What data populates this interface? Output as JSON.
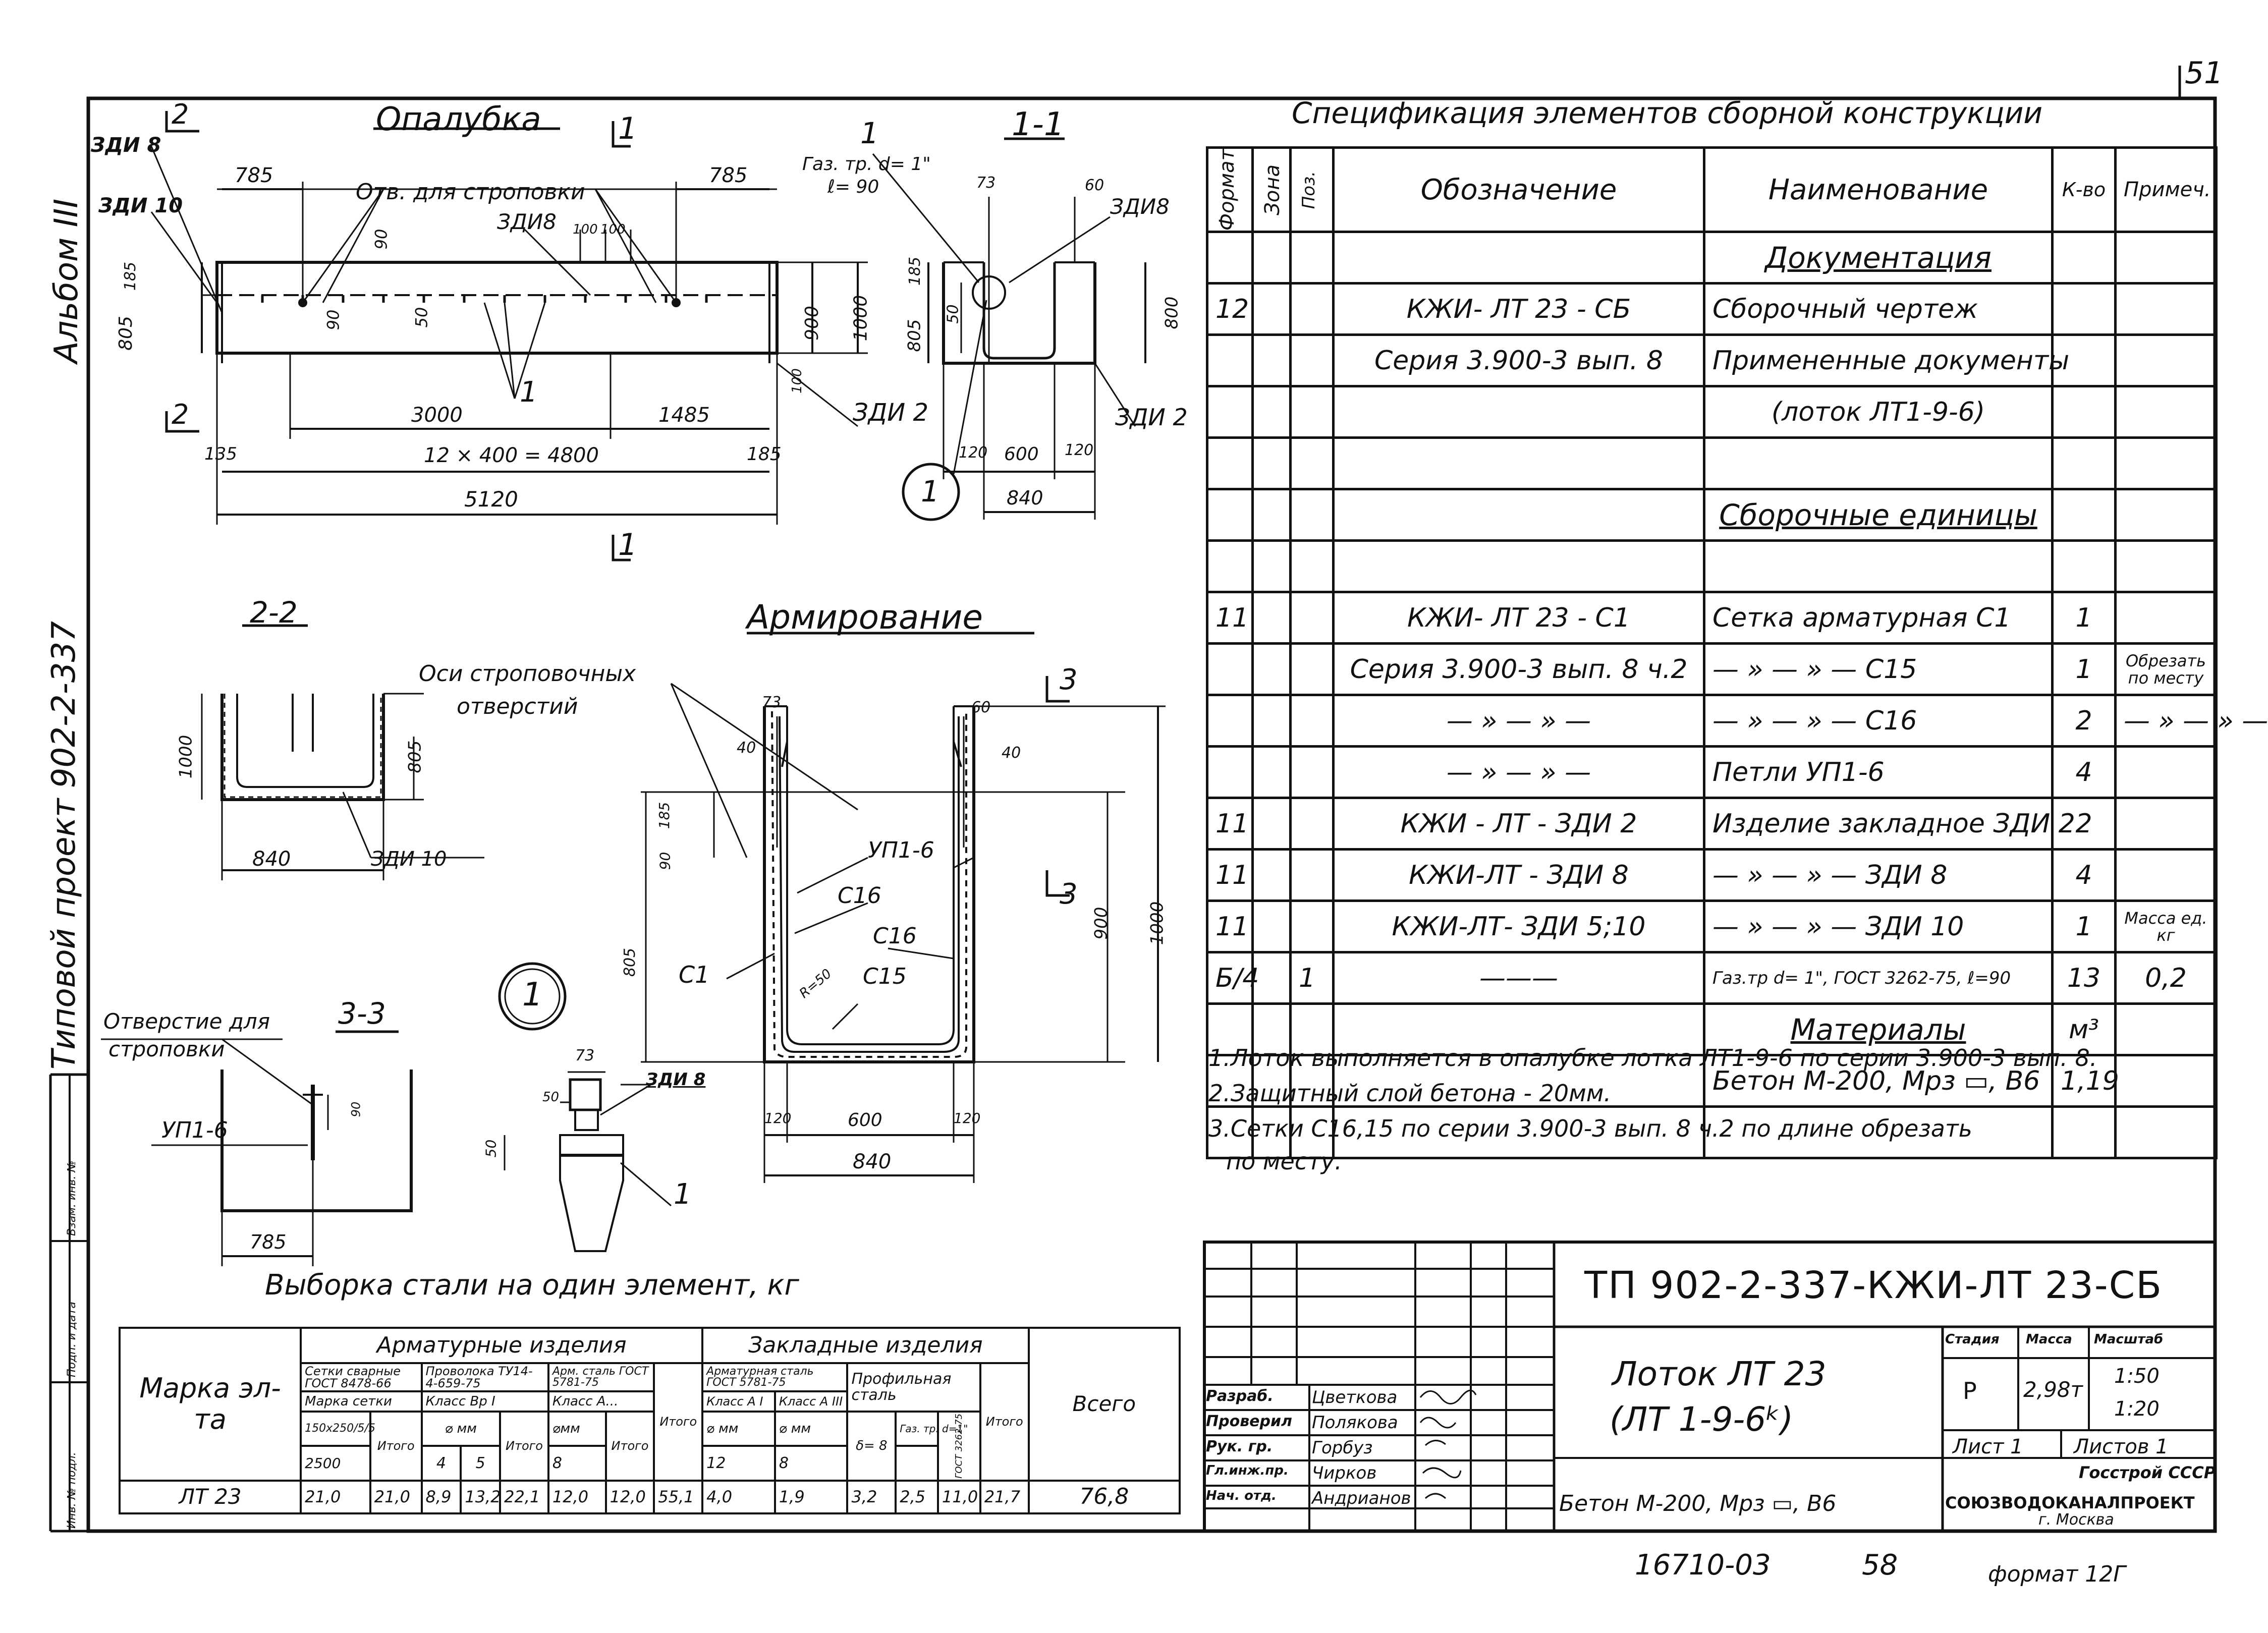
{
  "side": {
    "album": "Альбом III",
    "project": "Типовой проект 902-2-337",
    "stamp_cols": [
      "Инв. № подл.",
      "Подп. и дата",
      "Взам. инв. №"
    ]
  },
  "page_number": "51",
  "formwork": {
    "title": "Опалубка",
    "section_marks": [
      "2",
      "2",
      "1",
      "1"
    ],
    "labels": {
      "zdi8_a": "ЗДИ 8",
      "zdi10": "ЗДИ 10",
      "zdi8_b": "ЗДИ8",
      "zdi2": "ЗДИ 2",
      "holes": "Отв. для строповки",
      "item": "1"
    },
    "dims": {
      "d785l": "785",
      "d785r": "785",
      "d90a": "90",
      "d90b": "90",
      "d50": "50",
      "d100a": "100",
      "d100b": "100",
      "d185": "185",
      "d805": "805",
      "d900": "900",
      "d1000": "1000",
      "d100v": "100",
      "d3000": "3000",
      "d1485": "1485",
      "d135": "135",
      "d185b": "185",
      "d12x400": "12 × 400 = 4800",
      "d5120": "5120"
    }
  },
  "section11": {
    "title": "1-1",
    "callout": "1",
    "pipe": "Газ. тр. d= 1\"",
    "pipe_len": "ℓ= 90",
    "labels": {
      "zdi8": "ЗДИ8",
      "zdi2": "ЗДИ 2",
      "item": "1"
    },
    "dims": {
      "d73": "73",
      "d60": "60",
      "d185": "185",
      "d50": "50",
      "d805": "805",
      "d800": "800",
      "d120": "120",
      "d600": "600",
      "d120b": "120",
      "d840": "840"
    }
  },
  "section22": {
    "title": "2-2",
    "labels": {
      "zdi10": "ЗДИ 10"
    },
    "dims": {
      "d1000": "1000",
      "d805": "805",
      "d840": "840"
    }
  },
  "reinforcement": {
    "title": "Армирование",
    "axis_note_1": "Оси строповочных",
    "axis_note_2": "отверстий",
    "section_mark": "3",
    "labels": {
      "up": "УП1-6",
      "c16a": "С16",
      "c16b": "С16",
      "c1": "С1",
      "c15": "С15",
      "r": "R=50",
      "circle": "1"
    },
    "dims": {
      "d73": "73",
      "d60": "60",
      "d40a": "40",
      "d40b": "40",
      "d185": "185",
      "d90": "90",
      "d805": "805",
      "d900": "900",
      "d1000": "1000",
      "d120a": "120",
      "d600": "600",
      "d120b": "120",
      "d840": "840"
    }
  },
  "section33": {
    "title": "3-3",
    "hole_1": "Отверстие для",
    "hole_2": "строповки",
    "up": "УП1-6",
    "dims": {
      "d785": "785",
      "d90": "90"
    }
  },
  "detail1": {
    "dims": {
      "d73": "73",
      "d50a": "50",
      "d50b": "50"
    },
    "zdi": "ЗДИ 8",
    "item": "1"
  },
  "spec": {
    "title": "Спецификация   элементов   сборной   конструкции",
    "headers": [
      "Формат",
      "Зона",
      "Поз.",
      "Обозначение",
      "Наименование",
      "К-во",
      "Примеч."
    ],
    "rows": [
      {
        "fmt": "",
        "zone": "",
        "pos": "",
        "des": "",
        "name": "Документация",
        "qty": "",
        "note": "",
        "section": true
      },
      {
        "fmt": "12",
        "zone": "",
        "pos": "",
        "des": "КЖИ- ЛТ 23 - СБ",
        "name": "Сборочный   чертеж",
        "qty": "",
        "note": ""
      },
      {
        "fmt": "",
        "zone": "",
        "pos": "",
        "des": "Серия  3.900-3  вып. 8",
        "name": "Примененные документы",
        "qty": "",
        "note": ""
      },
      {
        "fmt": "",
        "zone": "",
        "pos": "",
        "des": "",
        "name": "(лоток  ЛТ1-9-6)",
        "qty": "",
        "note": "",
        "center": true
      },
      {
        "fmt": "",
        "zone": "",
        "pos": "",
        "des": "",
        "name": "",
        "qty": "",
        "note": ""
      },
      {
        "fmt": "",
        "zone": "",
        "pos": "",
        "des": "",
        "name": "Сборочные  единицы",
        "qty": "",
        "note": "",
        "section": true
      },
      {
        "fmt": "",
        "zone": "",
        "pos": "",
        "des": "",
        "name": "",
        "qty": "",
        "note": ""
      },
      {
        "fmt": "11",
        "zone": "",
        "pos": "",
        "des": "КЖИ- ЛТ 23  - С1",
        "name": "Сетка арматурная  С1",
        "qty": "1",
        "note": ""
      },
      {
        "fmt": "",
        "zone": "",
        "pos": "",
        "des": "Серия 3.900-3 вып. 8 ч.2",
        "name": "— » — » —        С15",
        "qty": "1",
        "note": "Обрезать по месту",
        "smallnote": true
      },
      {
        "fmt": "",
        "zone": "",
        "pos": "",
        "des": "— » — » —",
        "name": "— » — » —        С16",
        "qty": "2",
        "note": "— » — » —"
      },
      {
        "fmt": "",
        "zone": "",
        "pos": "",
        "des": "— » — » —",
        "name": "Петли  УП1-6",
        "qty": "4",
        "note": ""
      },
      {
        "fmt": "11",
        "zone": "",
        "pos": "",
        "des": "КЖИ - ЛТ - ЗДИ 2",
        "name": "Изделие закладное ЗДИ 2",
        "qty": "2",
        "note": ""
      },
      {
        "fmt": "11",
        "zone": "",
        "pos": "",
        "des": "КЖИ-ЛТ - ЗДИ 8",
        "name": "— » — » —     ЗДИ 8",
        "qty": "4",
        "note": ""
      },
      {
        "fmt": "11",
        "zone": "",
        "pos": "",
        "des": "КЖИ-ЛТ- ЗДИ 5;10",
        "name": "— » — » —   ЗДИ 10",
        "qty": "1",
        "note": "Масса ед. кг",
        "smallnote": true
      },
      {
        "fmt": "Б/4",
        "zone": "",
        "pos": "1",
        "des": "———",
        "name": "Газ.тр d= 1\", ГОСТ 3262-75, ℓ=90",
        "qty": "13",
        "note": "0,2",
        "smallname": true
      },
      {
        "fmt": "",
        "zone": "",
        "pos": "",
        "des": "",
        "name": "Материалы",
        "qty": "м³",
        "note": "",
        "section": true
      },
      {
        "fmt": "",
        "zone": "",
        "pos": "",
        "des": "",
        "name": "Бетон М-200, Мрз ▭, В6",
        "qty": "1,19",
        "note": ""
      },
      {
        "fmt": "",
        "zone": "",
        "pos": "",
        "des": "",
        "name": "",
        "qty": "",
        "note": ""
      }
    ]
  },
  "notes": [
    "1.Лоток выполняется в опалубке лотка ЛТ1-9-6 по серии 3.900-3 вып. 8.",
    "2.Защитный слой бетона - 20мм.",
    "3.Сетки С16,15 по серии 3.900-3 вып. 8 ч.2 по длине обрезать",
    "по месту."
  ],
  "steel": {
    "title": "Выборка   стали  на  один   элемент, кг",
    "mark_header": "Марка эл-та",
    "group1": "Арматурные   изделия",
    "group2": "Закладные   изделия",
    "total_header": "Всего",
    "h_mesh": "Сетки сварные ГОСТ 8478-66",
    "h_wire": "Проволока ТУ14-4-659-75",
    "h_arm": "Арм. сталь ГОСТ 5781-75",
    "h_mesh_mark": "Марка сетки",
    "h_wire_class": "Класс Вр I",
    "h_arm_class": "Класс А...",
    "h_mesh_size": "150x250/5/5",
    "h_mesh_val": "2500",
    "h_total_a": "Итого",
    "h_dmm": "⌀ мм",
    "h_d4": "4",
    "h_d5": "5",
    "h_total_b": "Итого",
    "h_dmm2": "⌀мм",
    "h_d8": "8",
    "h_total_c": "Итого",
    "h_total_d": "Итого",
    "h_arm_steel": "Арматурная сталь ГОСТ 5781-75",
    "h_class_a1": "Класс А I",
    "h_class_a3": "Класс А III",
    "h_dmm3": "⌀ мм",
    "h_d12": "12",
    "h_dmm4": "⌀ мм",
    "h_d8b": "8",
    "h_profile": "Профильная сталь",
    "h_s8": "δ= 8",
    "h_pipe": "Газ. тр. d=1\"",
    "h_gost": "ГОСТ 3262-75",
    "h_total_e": "Итого",
    "row": [
      "ЛТ 23",
      "21,0",
      "21,0",
      "8,9",
      "13,2",
      "22,1",
      "12,0",
      "12,0",
      "55,1",
      "4,0",
      "1,9",
      "3,2",
      "2,5",
      "11,0",
      "21,7",
      "76,8"
    ]
  },
  "titleblock": {
    "code": "ТП 902-2-337-КЖИ-ЛТ 23-СБ",
    "name_1": "Лоток  ЛТ 23",
    "name_2": "(ЛТ 1-9-6ᵏ)",
    "material": "Бетон М-200, Мрз ▭, В6",
    "h_stage": "Стадия",
    "h_mass": "Масса",
    "h_scale": "Масштаб",
    "stage": "Р",
    "mass": "2,98т",
    "scale_1": "1:50",
    "scale_2": "1:20",
    "sheet": "Лист  1",
    "sheets": "Листов  1",
    "org_1": "Госстрой СССР",
    "org_2": "СОЮЗВОДОКАНАЛПРОЕКТ",
    "org_3": "г. Москва",
    "people": [
      {
        "role": "Разраб.",
        "name": "Цветкова"
      },
      {
        "role": "Проверил",
        "name": "Полякова"
      },
      {
        "role": "Рук. гр.",
        "name": "Горбуз"
      },
      {
        "role": "Гл.инж.пр.",
        "name": "Чирков"
      },
      {
        "role": "Нач. отд.",
        "name": "Андрианов"
      }
    ]
  },
  "footer": {
    "inv": "16710-03",
    "num": "58",
    "format": "формат  12Г"
  }
}
